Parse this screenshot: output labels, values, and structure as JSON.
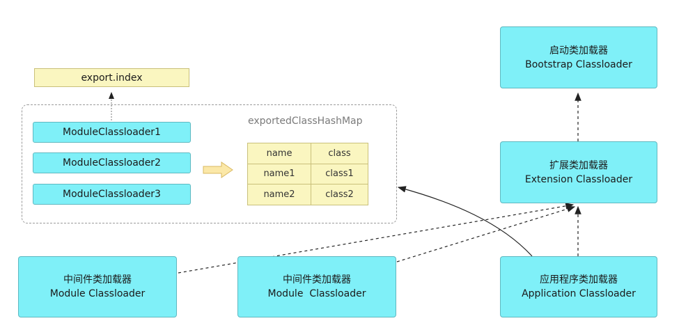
{
  "export_index": "export.index",
  "exported_map_title": "exportedClassHashMap",
  "module_classloaders": [
    "ModuleClassloader1",
    "ModuleClassloader2",
    "ModuleClassloader3"
  ],
  "map_table": [
    [
      "name",
      "class"
    ],
    [
      "name1",
      "class1"
    ],
    [
      "name2",
      "class2"
    ]
  ],
  "bootstrap": {
    "cn": "启动类加载器",
    "en": "Bootstrap Classloader"
  },
  "extension": {
    "cn": "扩展类加载器",
    "en": "Extension Classloader"
  },
  "middleware_left": {
    "cn": "中间件类加载器",
    "en": "Module Classloader"
  },
  "middleware_mid": {
    "cn": "中间件类加载器",
    "en": "Module  Classloader"
  },
  "application": {
    "cn": "应用程序类加载器",
    "en": "Application Classloader"
  },
  "colors": {
    "box_fill": "#7ff0f8",
    "table_fill": "#faf6c0",
    "arrow_fill": "#fbe8a8"
  }
}
